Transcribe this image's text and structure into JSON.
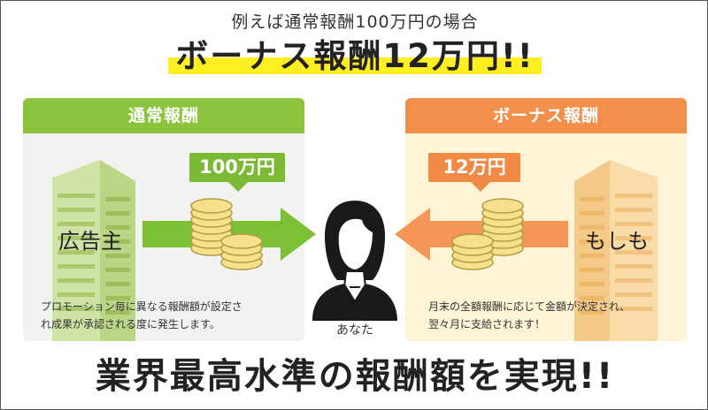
{
  "header": {
    "subtitle": "例えば通常報酬100万円の場合",
    "headline": "ボーナス報酬12万円!!"
  },
  "left_panel": {
    "title": "通常報酬",
    "amount": "100万円",
    "source": "広告主",
    "description_line1": "プロモーション毎に異なる報酬額が設定さ",
    "description_line2": "れ成果が承認される度に発生します。"
  },
  "right_panel": {
    "title": "ボーナス報酬",
    "amount": "12万円",
    "source": "もしも",
    "description_line1": "月末の全額報酬に応じて金額が決定され、",
    "description_line2": "翌々月に支給されます！"
  },
  "center": {
    "you_label": "あなた"
  },
  "footer": {
    "tagline": "業界最高水準の報酬額を実現!!"
  },
  "colors": {
    "green": "#8bc33d",
    "orange": "#f28f4a",
    "highlight_yellow": "#ffee22"
  }
}
